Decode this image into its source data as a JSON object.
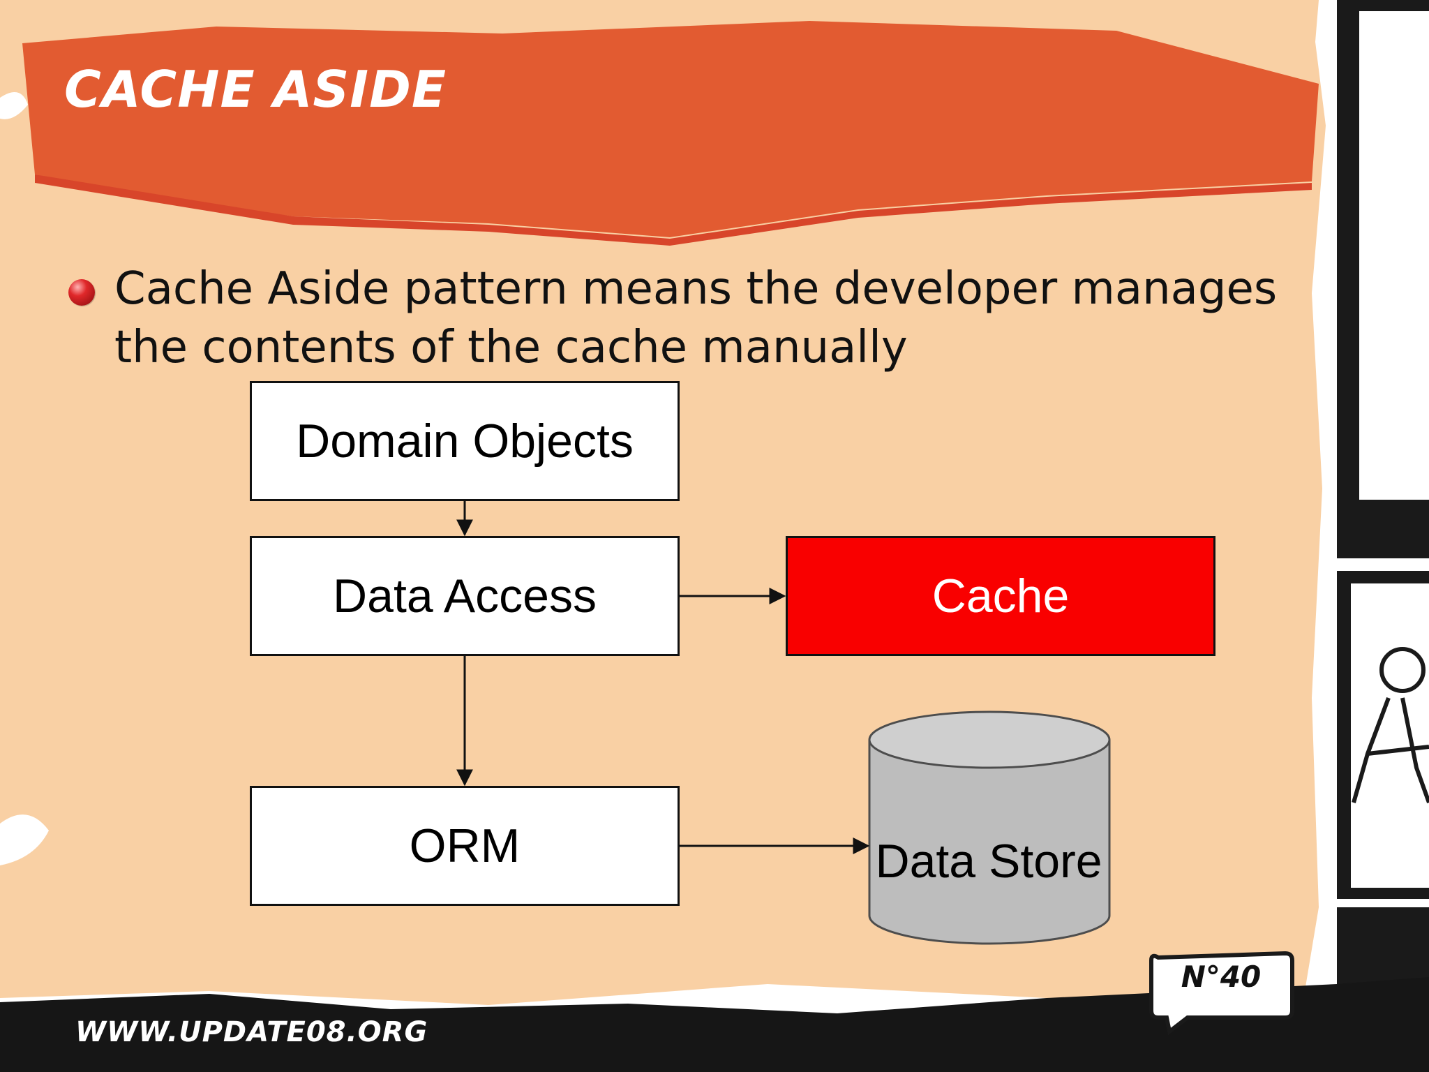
{
  "slide": {
    "title": "Cache Aside",
    "bullet": "Cache Aside pattern means the developer manages the contents of the cache manually",
    "page_number": "N°40",
    "url": "WWW.UPDATE08.ORG"
  },
  "diagram": {
    "domain_objects": "Domain Objects",
    "data_access": "Data Access",
    "cache": "Cache",
    "orm": "ORM",
    "data_store": "Data Store"
  },
  "colors": {
    "background": "#f9d0a4",
    "title_banner": "#e25b31",
    "cache_fill": "#f90000",
    "data_store_fill": "#bdbdbd",
    "frame_dark": "#1a1a1a"
  }
}
